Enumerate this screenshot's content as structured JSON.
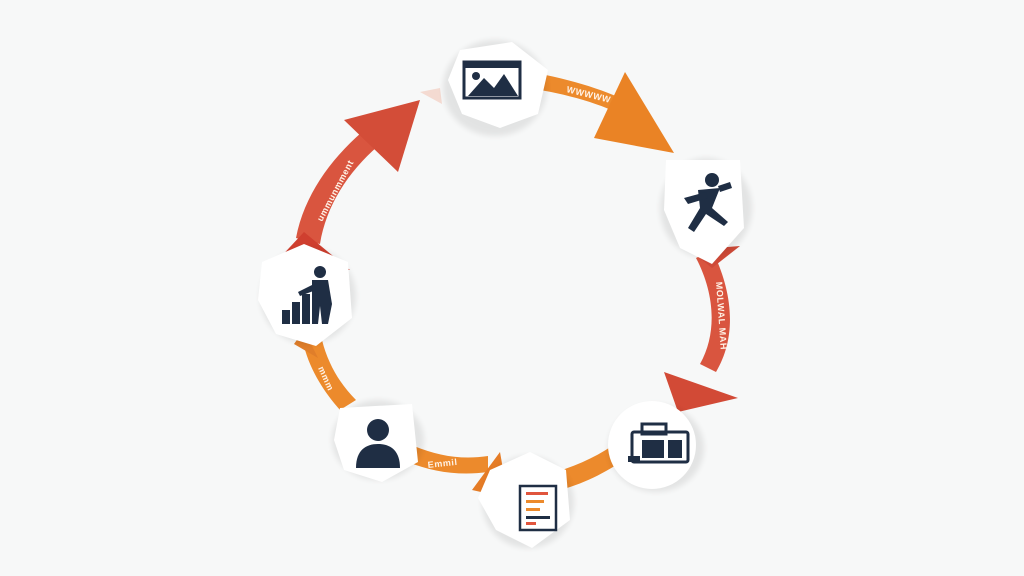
{
  "colors": {
    "background": "#f7f8f8",
    "orange": "#ec8a2c",
    "orange_dark": "#d9741c",
    "red": "#d9553f",
    "red_dark": "#c4412f",
    "icon_ink": "#1f2e44",
    "node_fill": "#ffffff"
  },
  "cycle": {
    "nodes": [
      {
        "id": "top",
        "icon": "landscape-frame-icon"
      },
      {
        "id": "right-upper",
        "icon": "person-walking-icon"
      },
      {
        "id": "right-lower",
        "icon": "toolbox-icon"
      },
      {
        "id": "bottom",
        "icon": "document-icon"
      },
      {
        "id": "left-lower",
        "icon": "user-icon"
      },
      {
        "id": "left-upper",
        "icon": "person-with-growth-chart-icon"
      }
    ],
    "segments": [
      {
        "from": "top",
        "to": "right-upper",
        "color": "orange",
        "label": "WWWWW"
      },
      {
        "from": "right-upper",
        "to": "right-lower",
        "color": "red",
        "label": "MOLWAL MAH"
      },
      {
        "from": "right-lower",
        "to": "bottom",
        "color": "orange",
        "label": ""
      },
      {
        "from": "bottom",
        "to": "left-lower",
        "color": "orange",
        "label": "Emmil"
      },
      {
        "from": "left-lower",
        "to": "left-upper",
        "color": "orange",
        "label": "mmm"
      },
      {
        "from": "left-upper",
        "to": "top",
        "color": "red",
        "label": "ummunmment"
      }
    ]
  }
}
